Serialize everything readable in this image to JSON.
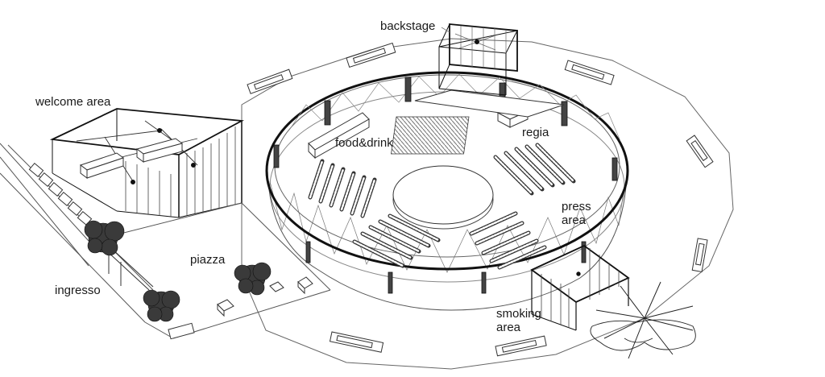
{
  "labels": {
    "backstage": "backstage",
    "welcome_area": "welcome area",
    "food_drink": "food&drink",
    "regia": "regia",
    "press_area_line1": "press",
    "press_area_line2": "area",
    "piazza": "piazza",
    "ingresso": "ingresso",
    "smoking_area_line1": "smoking",
    "smoking_area_line2": "area"
  },
  "colors": {
    "line": "#2b2b2b",
    "light_line": "#7a7a7a",
    "tree_fill": "#3a3a3a",
    "background": "#ffffff"
  }
}
